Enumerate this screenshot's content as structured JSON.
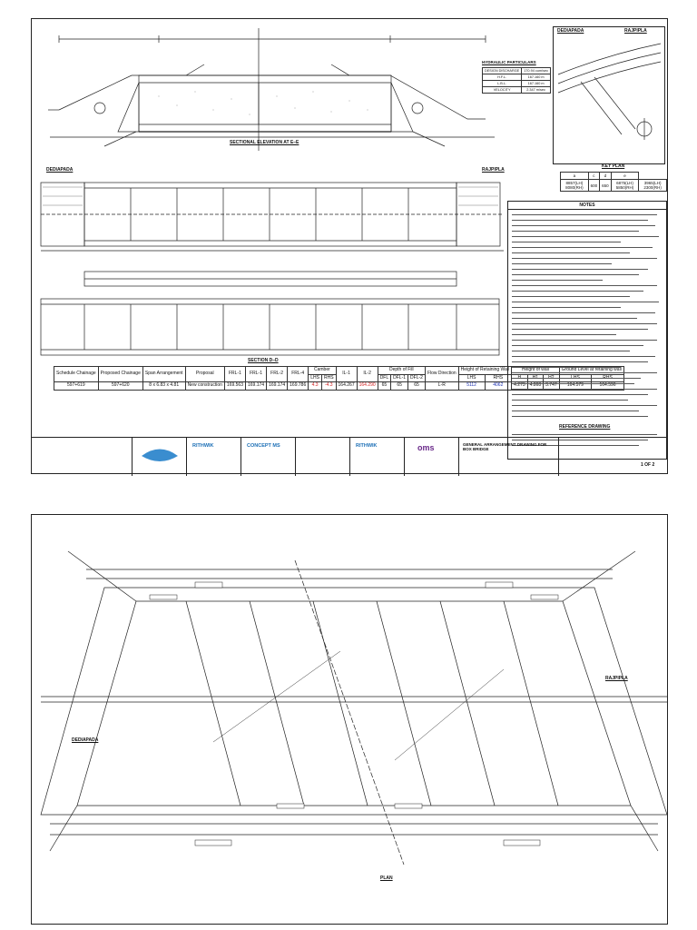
{
  "sheet1": {
    "section_title": "SECTIONAL ELEVATION AT E–E",
    "section_title_2": "SECTION D–D",
    "label_rhs": "RAJPIPLA",
    "label_lhs": "DEDIAPADA",
    "label_key_plan": "KEY PLAN",
    "label_notes": "NOTES",
    "label_reference": "REFERENCE DRAWING",
    "hydraulic_table": {
      "title": "HYDRAULIC PARTICULARS",
      "rows": [
        [
          "DESIGN DISCHARGE",
          "170.94 cum/sec"
        ],
        [
          "H.F.L.",
          "167.160 m"
        ],
        [
          "L.B.L.",
          "167.160 m"
        ],
        [
          "VELOCITY",
          "2.347 m/sec"
        ]
      ]
    },
    "key_table": {
      "headers": [
        "a",
        "c",
        "d",
        "e"
      ],
      "cells": [
        "8857(LH) 8080(RH)",
        "600",
        "650",
        "6875(LH) 5850(RH)",
        "3965(LH) 2300(RH)"
      ]
    },
    "schedule": {
      "headers_top": [
        "Schedule Chainage",
        "Proposed Chainage",
        "Span Arrangement",
        "Proposal",
        "FRL-1",
        "FRL-1",
        "FRL-2",
        "FRL-4",
        "Camber",
        "IL-1",
        "IL-2",
        "Depth of Fill",
        "Flow Direction",
        "Height of Retaining Wall",
        "Height of wall",
        "Ground Level at retaining wall"
      ],
      "sub_camber": [
        "LHS",
        "RHS"
      ],
      "sub_fill": [
        "DFL",
        "DFL-1",
        "DFL-2"
      ],
      "sub_wall": [
        "LHS",
        "RHS"
      ],
      "sub_height": [
        "H",
        "H1",
        "H2"
      ],
      "sub_ground": [
        "LHS",
        "RHS"
      ],
      "row": [
        "597+619",
        "597+620",
        "8 x 6.83 x 4.81",
        "New construction",
        "169.563",
        "169.174",
        "169.174",
        "169.786",
        "4.3",
        "-4.3",
        "164.267",
        "164.290",
        "65",
        "65",
        "65",
        "L-R",
        "5112",
        "4062",
        "4.273",
        "4.868",
        "3.747",
        "164.579",
        "164.596"
      ]
    },
    "title_block": {
      "logos": [
        "RITHWIK",
        "RITHWIK",
        "CONCEPT MS",
        "oms"
      ],
      "drawing_title": "GENERAL ARRANGEMENT DRAWING FOR BOX BRIDGE",
      "sheet_no": "1 OF 2"
    }
  },
  "sheet2": {
    "label_rajpipla": "RAJPIPLA",
    "label_dediapada": "DEDIAPADA",
    "label_plan": "PLAN"
  }
}
